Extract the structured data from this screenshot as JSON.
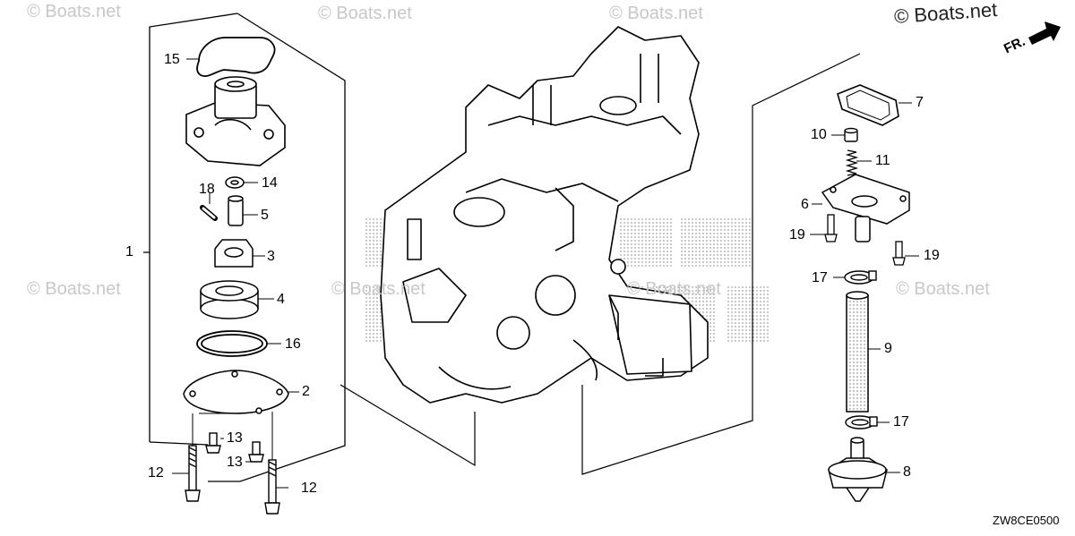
{
  "watermark": "© Boats.net",
  "copyright_label": "© Boats.net",
  "direction_label": "FR.",
  "diagram_code": "ZW8CE0500",
  "callouts": {
    "c1": "1",
    "c2": "2",
    "c3": "3",
    "c4": "4",
    "c5": "5",
    "c6": "6",
    "c7": "7",
    "c8": "8",
    "c9": "9",
    "c10": "10",
    "c11": "11",
    "c12a": "12",
    "c12b": "12",
    "c13a": "13",
    "c13b": "13",
    "c14": "14",
    "c15": "15",
    "c16": "16",
    "c17a": "17",
    "c17b": "17",
    "c18": "18",
    "c19a": "19",
    "c19b": "19"
  },
  "icons": {
    "direction_arrow": "arrow-right-icon"
  }
}
